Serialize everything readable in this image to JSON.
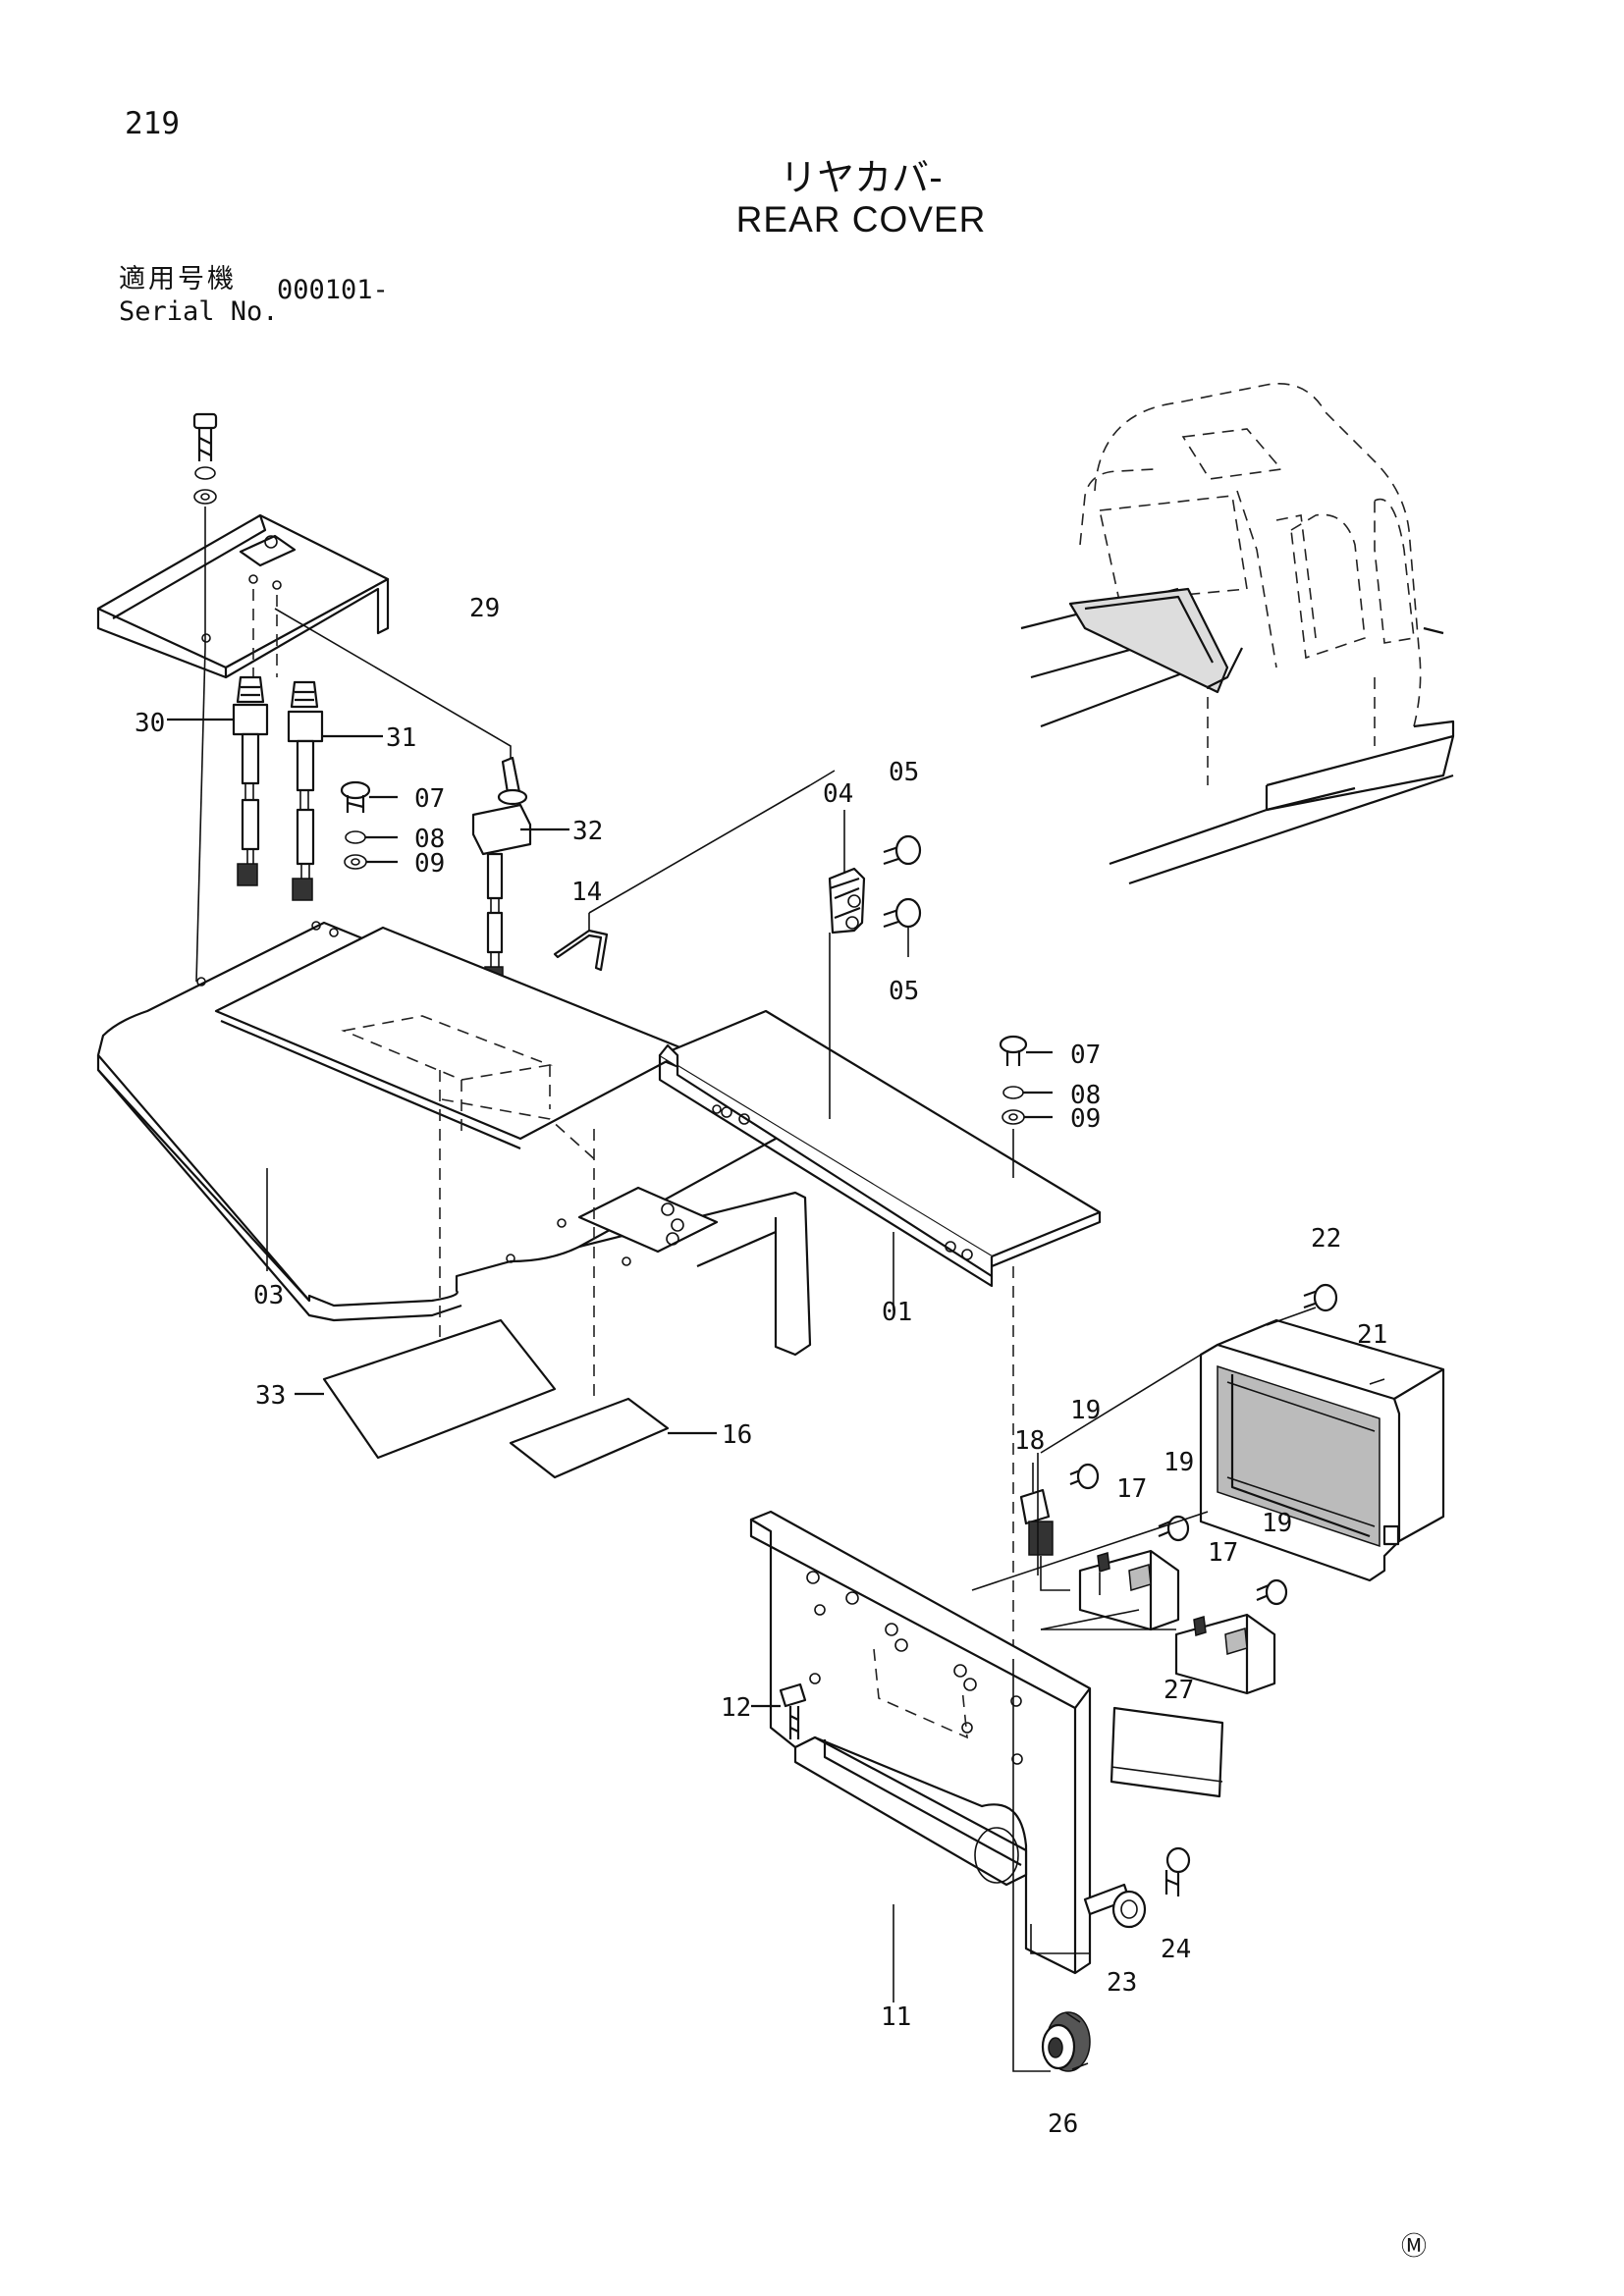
{
  "page_number": "219",
  "title_jp": "リヤカバ-",
  "title_en": "REAR COVER",
  "serial_label_jp": "適用号機",
  "serial_label_en": "Serial No.",
  "serial_value": "000101-",
  "corner_mark": "Ⓜ",
  "callouts": {
    "p01": "01",
    "p03": "03",
    "p04": "04",
    "p05a": "05",
    "p05b": "05",
    "p07a": "07",
    "p08a": "08",
    "p09a": "09",
    "p07b": "07",
    "p08b": "08",
    "p09b": "09",
    "p11": "11",
    "p12": "12",
    "p14": "14",
    "p16": "16",
    "p17a": "17",
    "p17b": "17",
    "p18": "18",
    "p19a": "19",
    "p19b": "19",
    "p19c": "19",
    "p21": "21",
    "p22": "22",
    "p23": "23",
    "p24": "24",
    "p26": "26",
    "p27": "27",
    "p29": "29",
    "p30": "30",
    "p31": "31",
    "p32": "32",
    "p33": "33"
  }
}
